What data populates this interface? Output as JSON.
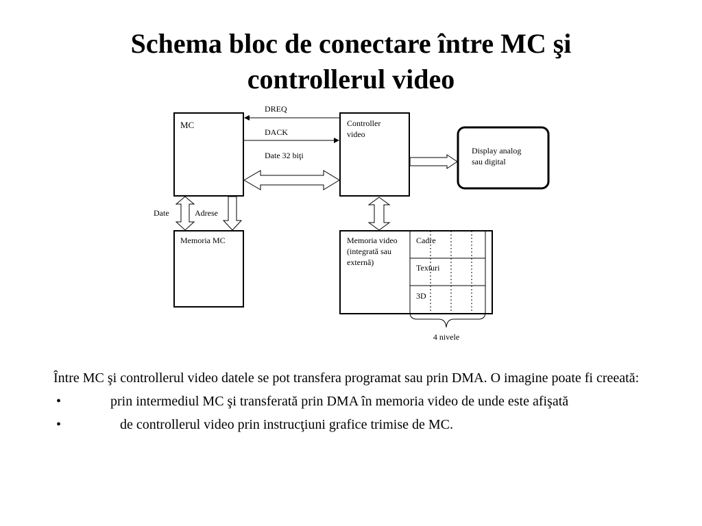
{
  "title": {
    "line1": "Schema bloc de conectare între MC şi",
    "line2": "controllerul video"
  },
  "diagram": {
    "mc": "MC",
    "controller_line1": "Controller",
    "controller_line2": "video",
    "display_line1": "Display analog",
    "display_line2": "sau digital",
    "dreq": "DREQ",
    "dack": "DACK",
    "date32": "Date 32 biţi",
    "date": "Date",
    "adrese": "Adrese",
    "memoria_mc": "Memoria MC",
    "memoria_video_line1": "Memoria video",
    "memoria_video_line2": "(integrată sau",
    "memoria_video_line3": "externă)",
    "cadre": "Cadre",
    "texturi": "Texturi",
    "d3": "3D",
    "levels": "4 nivele"
  },
  "text": {
    "paragraph": "Între MC şi controllerul video datele se pot transfera programat sau prin DMA. O imagine poate fi creeată:",
    "bullet_symbol": "•",
    "bullet1": "prin intermediul MC şi transferată prin DMA în memoria video de unde este afişată",
    "bullet2": "de controllerul video prin instrucţiuni grafice trimise de MC."
  }
}
